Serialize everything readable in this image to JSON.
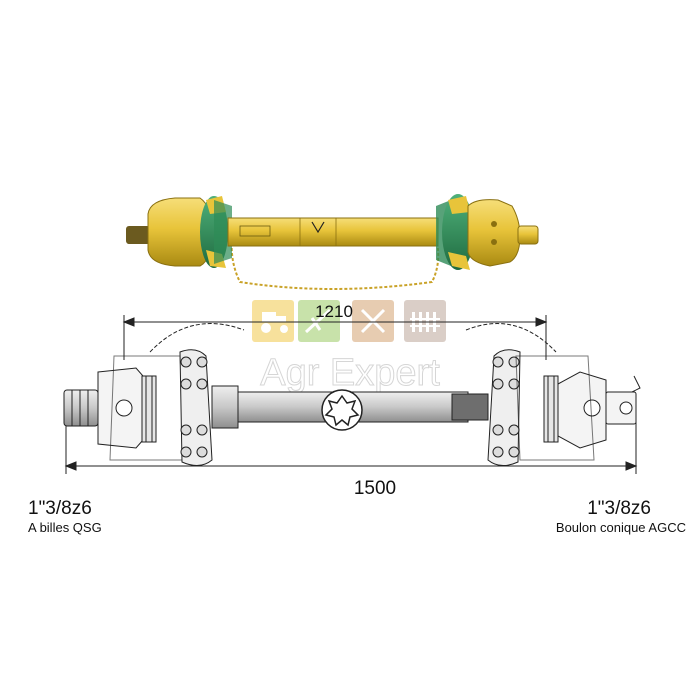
{
  "dimensions": {
    "inner_length": "1210",
    "total_length": "1500"
  },
  "left_end": {
    "size": "1\"3/8z6",
    "type": "A billes QSG"
  },
  "right_end": {
    "size": "1\"3/8z6",
    "type": "Boulon conique AGCC"
  },
  "watermark": {
    "text": "Agr Expert",
    "tile_colors": [
      "#f2c94c",
      "#9ccc65",
      "#d4a373",
      "#bca79a"
    ]
  },
  "colors": {
    "shaft_yellow": "#e8c43a",
    "shield_green": "#2e8b57",
    "line": "#222222"
  },
  "icons": [
    "tractor-icon",
    "plow-icon",
    "tools-icon",
    "fence-icon"
  ]
}
